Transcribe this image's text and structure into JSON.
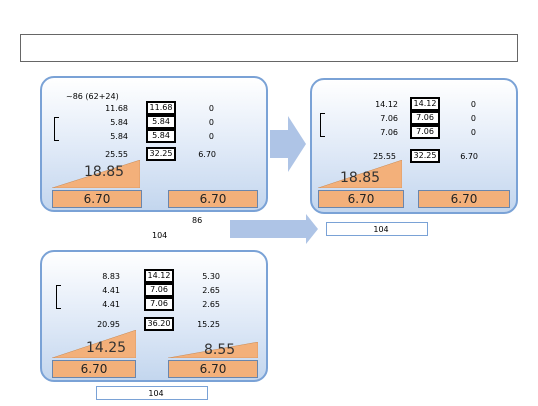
{
  "title": "",
  "intro": {
    "line1": "",
    "line2": ""
  },
  "section_left": "",
  "section_right": "",
  "unit": "",
  "side_top": "",
  "side_bottom": "",
  "top_left": {
    "a_header": "",
    "b_header": "",
    "a_sub": "~86 (62+24)",
    "rows": [
      {
        "label": "",
        "a": "11.68",
        "box": "11.68",
        "b": "0"
      },
      {
        "label": "",
        "a": "5.84",
        "box": "5.84",
        "b": "0"
      },
      {
        "label": "",
        "a": "5.84",
        "box": "5.84",
        "b": "0"
      },
      {
        "label": "",
        "a": "25.55",
        "box": "32.25",
        "b": "6.70"
      }
    ],
    "tri": "18.85",
    "bar_a": "6.70",
    "bar_b": "6.70"
  },
  "top_right": {
    "a_header": "",
    "b_header": "",
    "rows": [
      {
        "label": "",
        "a": "14.12",
        "box": "14.12",
        "b": "0"
      },
      {
        "label": "",
        "a": "7.06",
        "box": "7.06",
        "b": "0"
      },
      {
        "label": "",
        "a": "7.06",
        "box": "7.06",
        "b": "0"
      },
      {
        "label": "",
        "a": "25.55",
        "box": "32.25",
        "b": "6.70"
      }
    ],
    "tri": "18.85",
    "bar_a": "6.70",
    "bar_b": "6.70"
  },
  "mid_left": {
    "label": "",
    "value": "86",
    "sub": "104"
  },
  "mid_right": {
    "label": "",
    "value": "104"
  },
  "bottom": {
    "c_header": "",
    "d_header": "",
    "rows": [
      {
        "label": "",
        "c": "8.83",
        "box": "14.12",
        "d": "5.30"
      },
      {
        "label": "",
        "c": "4.41",
        "box": "7.06",
        "d": "2.65"
      },
      {
        "label": "",
        "c": "4.41",
        "box": "7.06",
        "d": "2.65"
      },
      {
        "label": "",
        "c": "20.95",
        "box": "36.20",
        "d": "15.25"
      }
    ],
    "tri_c": "14.25",
    "tri_d": "8.55",
    "bar_c": "6.70",
    "bar_d": "6.70",
    "footer_label": "",
    "footer_value": "104"
  },
  "notes": [
    {
      "tag": "",
      "text": ""
    },
    {
      "tag": "",
      "text": ""
    },
    {
      "tag": "",
      "text": ""
    },
    {
      "tag": "",
      "text": ""
    }
  ]
}
